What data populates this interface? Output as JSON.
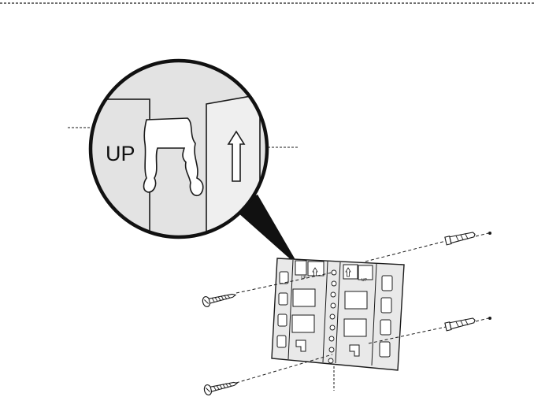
{
  "figure": {
    "zoom_label": "UP",
    "plate_labels": [
      "UP",
      "UP"
    ]
  },
  "colors": {
    "line": "#1a1a1a",
    "grey_fill": "#e3e3e3",
    "plate_fill": "#e9e9e9",
    "white": "#ffffff"
  },
  "icons": {
    "screw": "wood-screw-icon",
    "anchor": "wall-anchor-icon",
    "arrow": "up-arrow-icon"
  }
}
